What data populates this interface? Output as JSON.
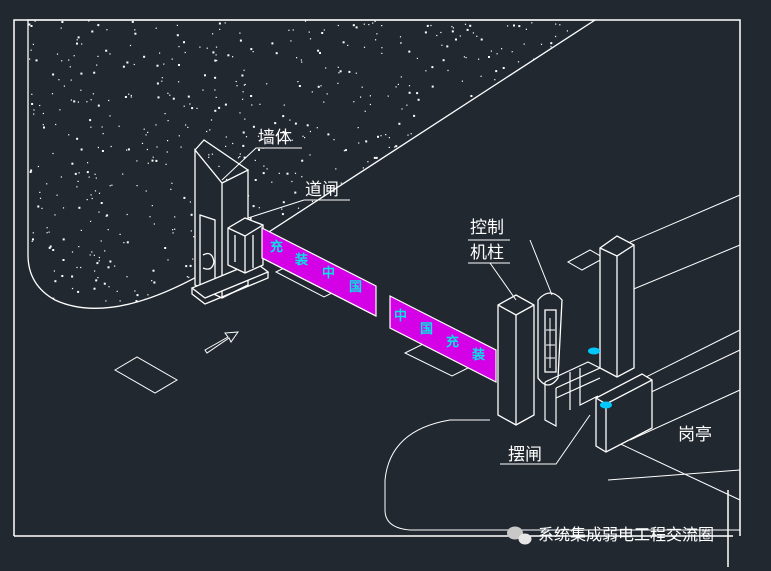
{
  "labels": {
    "wall": "墙体",
    "barrier_gate": "道闸",
    "control_post_line1": "控制",
    "control_post_line2": "机柱",
    "swing_gate": "摆闸",
    "guard_booth": "岗亭"
  },
  "boom_text": {
    "left_panel": [
      "充",
      "装",
      "中",
      "国"
    ],
    "right_panel": [
      "中",
      "国",
      "充",
      "装"
    ]
  },
  "watermark": "系统集成弱电工程交流圈",
  "colors": {
    "background": "#212830",
    "line": "#ffffff",
    "boom_fill": "#d400e6",
    "boom_text": "#00e5e5",
    "sensor": "#00c8ff"
  }
}
